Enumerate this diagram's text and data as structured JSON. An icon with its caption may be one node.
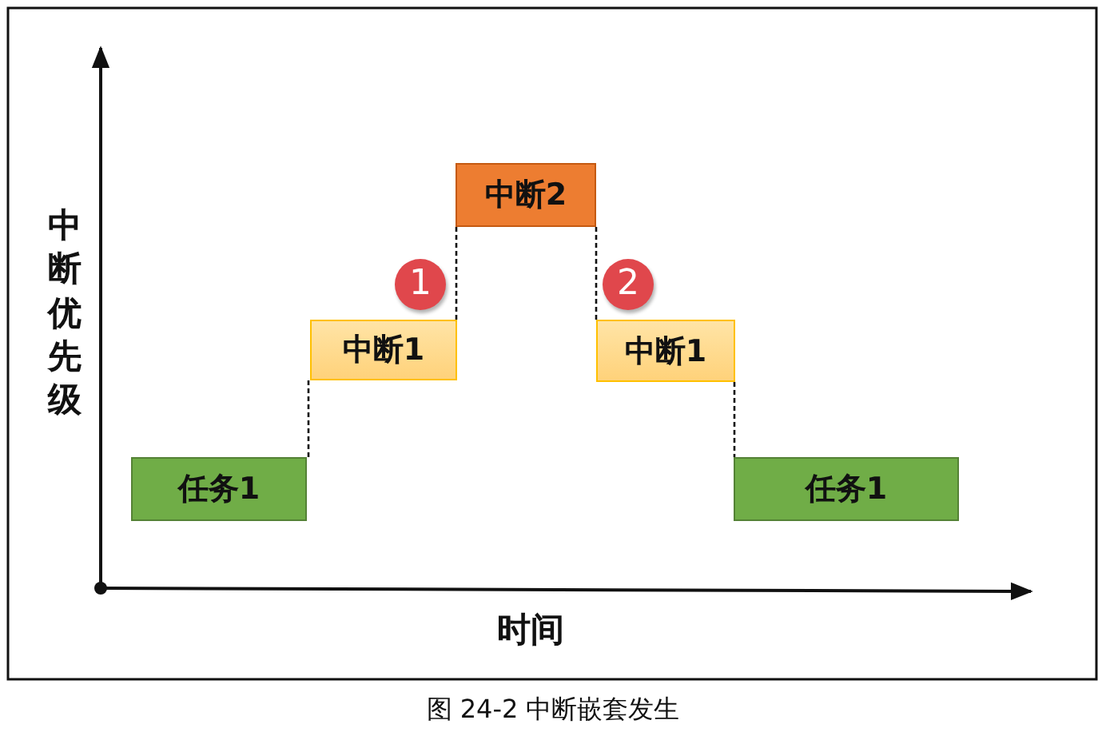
{
  "diagram": {
    "caption": "图 24-2 中断嵌套发生",
    "nodes": [
      {
        "text": [
          "任务1"
        ]
      },
      {
        "text": [
          "中断1"
        ]
      },
      {
        "text": [
          "中断2"
        ]
      },
      {
        "text": [
          "中断1"
        ]
      },
      {
        "text": [
          "任务1"
        ]
      }
    ],
    "edges": [
      {
        "from": 0,
        "to": 1,
        "arrow": "none",
        "style": "dashed"
      },
      {
        "from": 1,
        "to": 2,
        "arrow": "none",
        "style": "dashed"
      },
      {
        "from": 2,
        "to": 3,
        "arrow": "none",
        "style": "dashed"
      },
      {
        "from": 3,
        "to": 4,
        "arrow": "none",
        "style": "dashed"
      }
    ],
    "labels": [
      "1",
      "2",
      "中断优先级",
      "时间"
    ]
  }
}
